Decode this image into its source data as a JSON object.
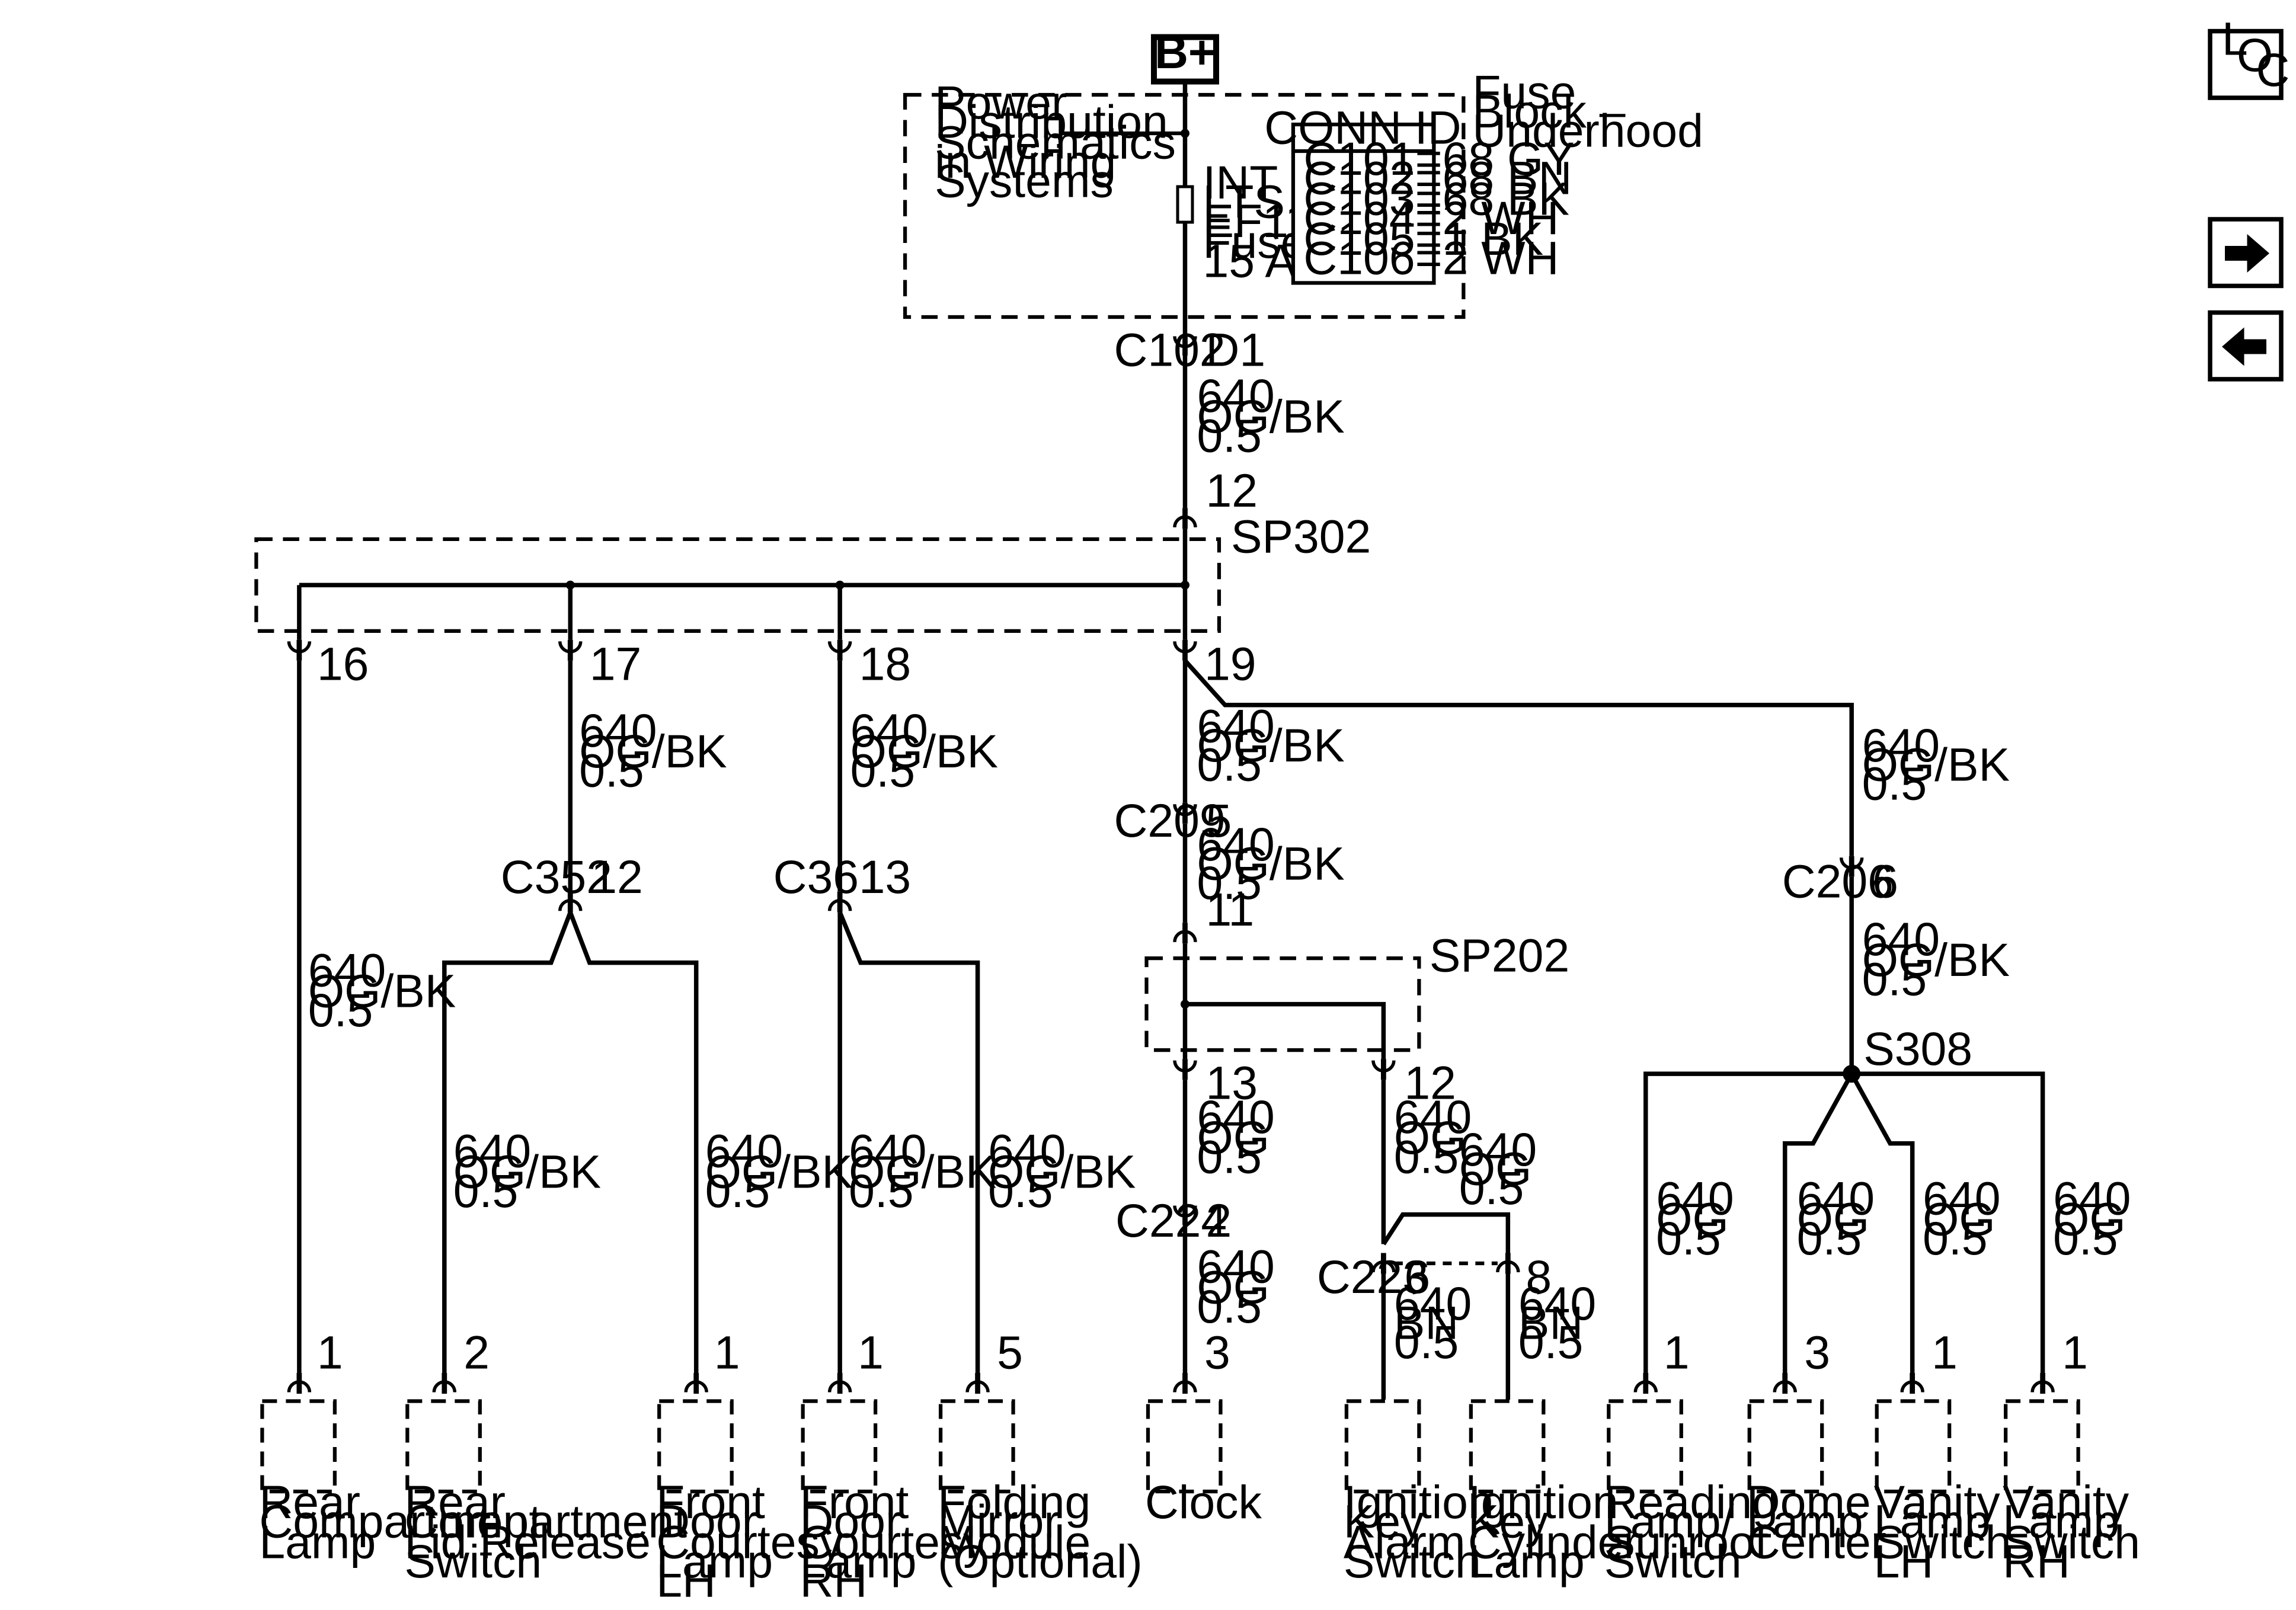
{
  "battery_label": "B+",
  "loc_button": {
    "letters": [
      "L",
      "O",
      "C"
    ]
  },
  "nav": {
    "next_icon": "arrow-right-icon",
    "prev_icon": "arrow-left-icon"
  },
  "fuse_block": {
    "title": [
      "Fuse",
      "Block –",
      "Underhood"
    ],
    "power_dist_note": [
      "Power",
      "Distribution",
      "Schematics",
      "in Wiring",
      "Systems"
    ],
    "fuse_label": [
      "INT",
      "LTS",
      "EF11",
      "Fuse",
      "15 A"
    ],
    "conn_id": {
      "header": "CONN ID",
      "rows": [
        "C101=68 GY",
        "C102=68 BN",
        "C103=68 BK",
        "C104=2 WH",
        "C105=1 BK",
        "C106=2 WH"
      ]
    }
  },
  "connectors": {
    "c102": {
      "name": "C102",
      "pin": "D1"
    },
    "sp302": {
      "name": "SP302",
      "in_pin": "12",
      "pins": [
        "16",
        "17",
        "18",
        "19"
      ]
    },
    "c352": {
      "name": "C352",
      "pin": "12"
    },
    "c361": {
      "name": "C361",
      "pin": "13"
    },
    "c209": {
      "name": "C209",
      "pin": "5",
      "pin_out": "11"
    },
    "sp202": {
      "name": "SP202",
      "pins": [
        "13",
        "12"
      ]
    },
    "c224": {
      "name": "C224",
      "pin": "2"
    },
    "c223": {
      "name": "C223",
      "pins": [
        "6",
        "8"
      ]
    },
    "c206": {
      "name": "C206",
      "pin": "6"
    },
    "s308": {
      "name": "S308"
    }
  },
  "wires": {
    "og_bk": [
      "640",
      "OG/BK",
      "0.5"
    ],
    "og": [
      "640",
      "OG",
      "0.5"
    ],
    "bn": [
      "640",
      "BN",
      "0.5"
    ]
  },
  "components": [
    {
      "pin": "1",
      "label": [
        "Rear",
        "Compartment",
        "Lamp"
      ]
    },
    {
      "pin": "2",
      "label": [
        "Rear",
        "Compartment",
        "Lid Release",
        "Switch"
      ]
    },
    {
      "pin": "1",
      "label": [
        "Front",
        "Door",
        "Courtesy",
        "Lamp",
        "LH"
      ]
    },
    {
      "pin": "1",
      "label": [
        "Front",
        "Door",
        "Courtesy",
        "Lamp",
        "RH"
      ]
    },
    {
      "pin": "5",
      "label": [
        "Folding",
        "Mirror",
        "Module",
        "(Optional)"
      ]
    },
    {
      "pin": "3",
      "label": [
        "Clock"
      ]
    },
    {
      "pin": "",
      "label": [
        "Ignition",
        "Key",
        "Alarm",
        "Switch"
      ]
    },
    {
      "pin": "",
      "label": [
        "Ignition",
        "Key",
        "Cylinder",
        "Lamp"
      ]
    },
    {
      "pin": "1",
      "label": [
        "Reading",
        "Lamp/",
        "Sunroof",
        "Switch"
      ]
    },
    {
      "pin": "3",
      "label": [
        "Dome",
        "Lamp",
        "Center"
      ]
    },
    {
      "pin": "1",
      "label": [
        "Vanity",
        "Lamp",
        "Switch",
        "LH"
      ]
    },
    {
      "pin": "1",
      "label": [
        "Vanity",
        "Lamp",
        "Switch",
        "RH"
      ]
    }
  ]
}
